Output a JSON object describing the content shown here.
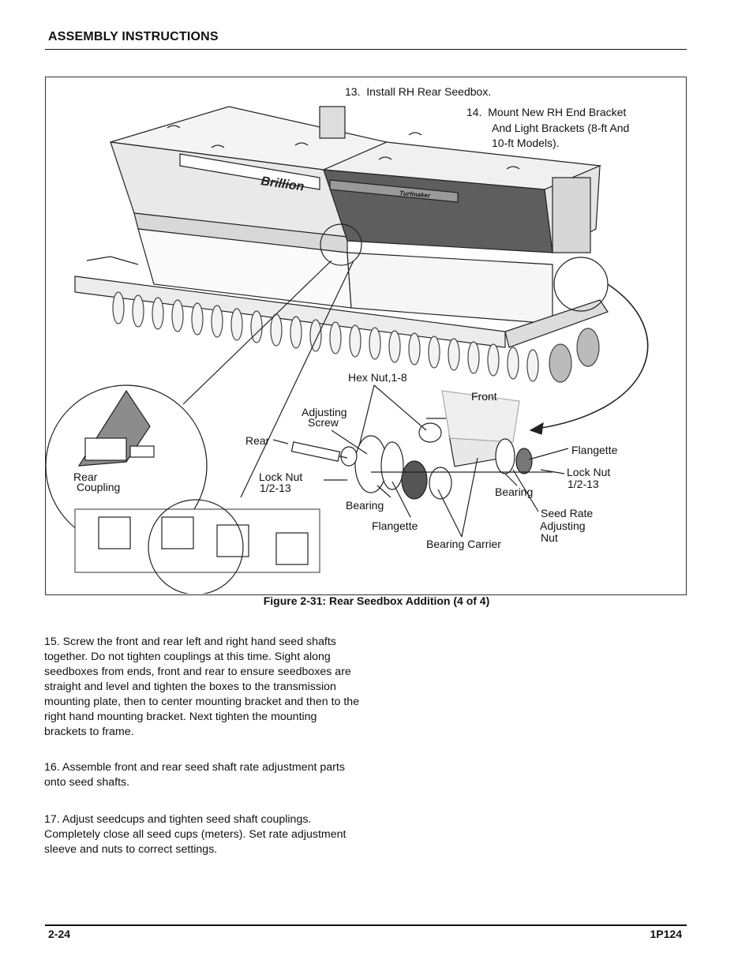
{
  "header": {
    "title": "ASSEMBLY INSTRUCTIONS"
  },
  "figure": {
    "caption": "Figure 2-31:  Rear Seedbox Addition (4 of 4)",
    "steps": {
      "s13": "13.  Install RH Rear Seedbox.",
      "s14a": "14.  Mount New RH End Bracket",
      "s14b": "And Light Brackets (8-ft And",
      "s14c": "10-ft Models)."
    },
    "brand": {
      "main": "Brillion",
      "sub": "Turfmaker"
    },
    "labels": {
      "hex_nut": "Hex Nut,1-8",
      "front": "Front",
      "adjusting_screw_1": "Adjusting",
      "adjusting_screw_2": "Screw",
      "rear": "Rear",
      "flangette_right": "Flangette",
      "rear_coupling_1": "Rear",
      "rear_coupling_2": "Coupling",
      "lock_nut_left_1": "Lock Nut",
      "lock_nut_left_2": "1/2-13",
      "lock_nut_right_1": "Lock Nut",
      "lock_nut_right_2": "1/2-13",
      "bearing_left": "Bearing",
      "bearing_right": "Bearing",
      "flangette_bottom": "Flangette",
      "seed_rate_1": "Seed Rate",
      "seed_rate_2": "Adjusting",
      "seed_rate_3": "Nut",
      "bearing_carrier": "Bearing Carrier"
    }
  },
  "body": {
    "p15": "15. Screw the front and rear left and right hand seed shafts together. Do not tighten couplings at this time. Sight along seedboxes from ends, front and rear to ensure seedboxes are straight and level and tighten the boxes to the transmission mounting plate, then to center mounting bracket and then to the right hand mounting bracket. Next tighten the mounting brackets to frame.",
    "p16": "16. Assemble front and rear seed shaft rate adjustment parts onto seed shafts.",
    "p17": "17. Adjust seedcups and tighten seed shaft couplings. Completely close all seed cups (meters). Set rate adjustment sleeve and nuts to correct settings."
  },
  "footer": {
    "page": "2-24",
    "doc": "1P124"
  }
}
